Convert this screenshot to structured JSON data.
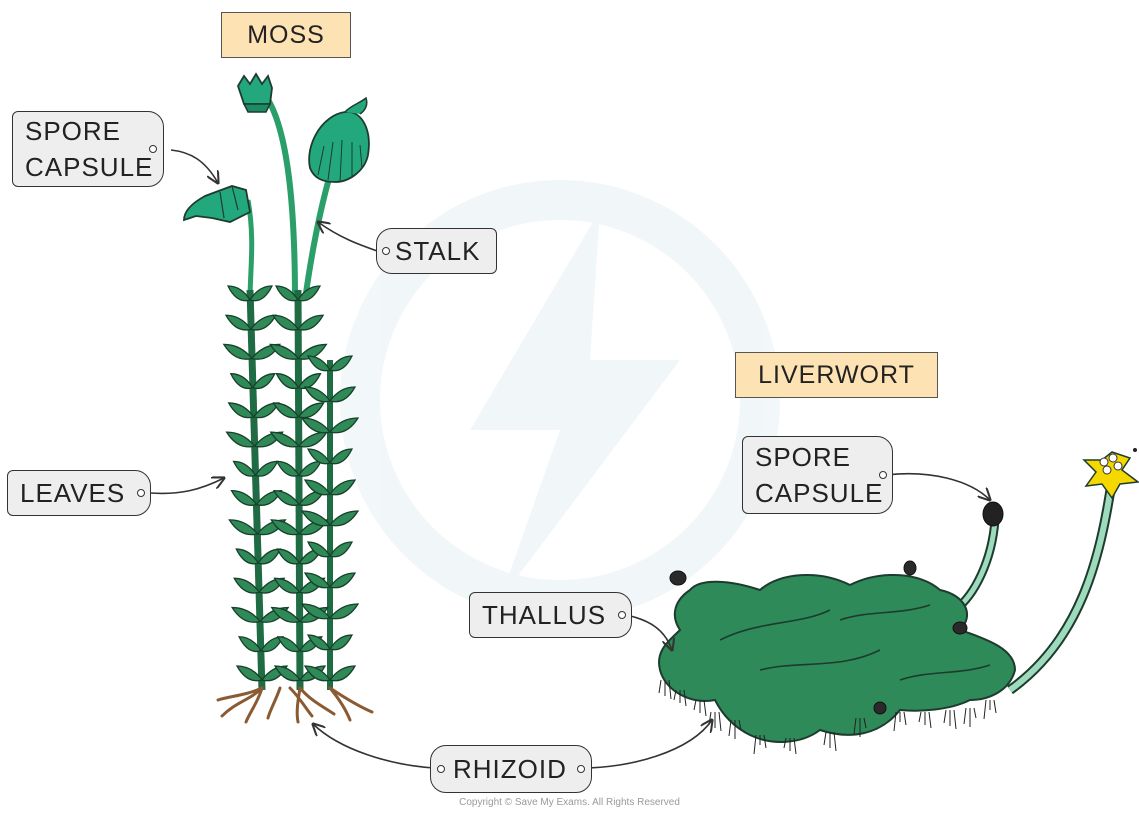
{
  "titles": {
    "moss": "MOSS",
    "liverwort": "LIVERWORT"
  },
  "labels": {
    "moss_spore_capsule": [
      "SPORE",
      "CAPSULE"
    ],
    "stalk": "STALK",
    "leaves": "LEAVES",
    "thallus": "THALLUS",
    "rhizoid": "RHIZOID",
    "liverwort_spore_capsule": [
      "SPORE",
      "CAPSULE"
    ]
  },
  "copyright": "Copyright © Save My Exams. All Rights Reserved",
  "colors": {
    "moss_green": "#2b9e6a",
    "capsule_green": "#22a87c",
    "leaf_green": "#2f8a58",
    "thallus_green": "#2e8a58",
    "stalk_light_green": "#9edbbd",
    "root_brown": "#8a5a32",
    "title_fill": "#fde3b4",
    "label_fill": "#eeeeee",
    "flower_yellow": "#f5d800"
  }
}
